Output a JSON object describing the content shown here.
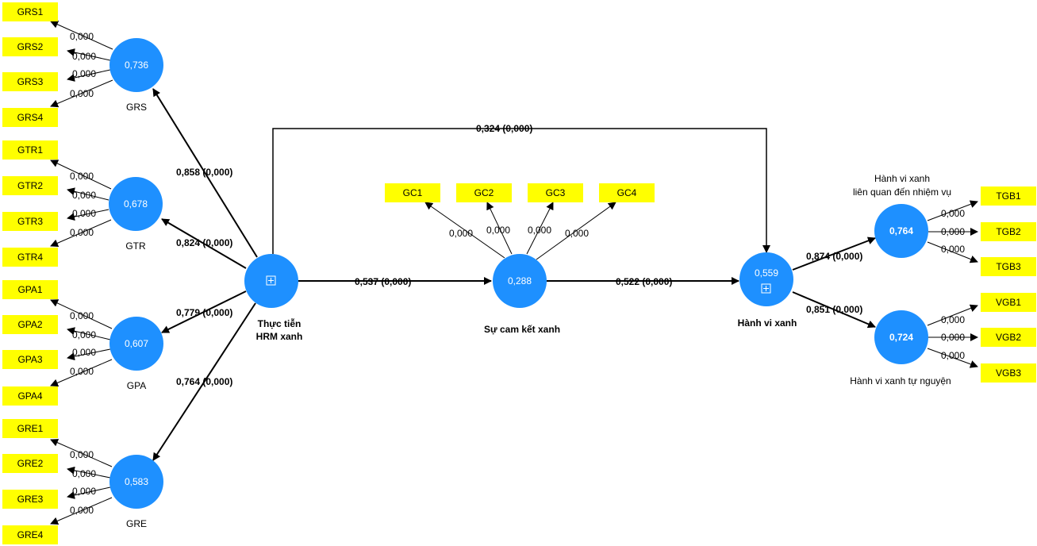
{
  "constructs": {
    "grs": {
      "value": "0,736",
      "label": "GRS"
    },
    "gtr": {
      "value": "0,678",
      "label": "GTR"
    },
    "gpa": {
      "value": "0,607",
      "label": "GPA"
    },
    "gre": {
      "value": "0,583",
      "label": "GRE"
    },
    "hrm": {
      "value": "",
      "label_lines": [
        "Thực tiễn",
        "HRM xanh"
      ]
    },
    "gc": {
      "value": "0,288",
      "label": "Sự cam kết xanh"
    },
    "hv": {
      "value": "0,559",
      "label": "Hành vi xanh"
    },
    "tgb": {
      "value": "0,764",
      "label_lines": [
        "Hành vi xanh",
        "liên quan đến nhiệm vụ"
      ]
    },
    "vgb": {
      "value": "0,724",
      "label": "Hành vi xanh tự nguyện"
    }
  },
  "indicators": {
    "grs": [
      "GRS1",
      "GRS2",
      "GRS3",
      "GRS4"
    ],
    "gtr": [
      "GTR1",
      "GTR2",
      "GTR3",
      "GTR4"
    ],
    "gpa": [
      "GPA1",
      "GPA2",
      "GPA3",
      "GPA4"
    ],
    "gre": [
      "GRE1",
      "GRE2",
      "GRE3",
      "GRE4"
    ],
    "gc": [
      "GC1",
      "GC2",
      "GC3",
      "GC4"
    ],
    "tgb": [
      "TGB1",
      "TGB2",
      "TGB3"
    ],
    "vgb": [
      "VGB1",
      "VGB2",
      "VGB3"
    ]
  },
  "loadings": {
    "grs": [
      "0,000",
      "0,000",
      "0,000",
      "0,000"
    ],
    "gtr": [
      "0,000",
      "0,000",
      "0,000",
      "0,000"
    ],
    "gpa": [
      "0,000",
      "0,000",
      "0,000",
      "0,000"
    ],
    "gre": [
      "0,000",
      "0,000",
      "0,000",
      "0,000"
    ],
    "gc": [
      "0,000",
      "0,000",
      "0,000",
      "0,000"
    ],
    "tgb": [
      "0,000",
      "0,000",
      "0,000"
    ],
    "vgb": [
      "0,000",
      "0,000",
      "0,000"
    ]
  },
  "paths": {
    "hrm_grs": "0,858 (0,000)",
    "hrm_gtr": "0,824 (0,000)",
    "hrm_gpa": "0,779 (0,000)",
    "hrm_gre": "0,764 (0,000)",
    "hrm_gc": "0,537 (0,000)",
    "gc_hv": "0,522 (0,000)",
    "hrm_hv": "0,324 (0,000)",
    "hv_tgb": "0,874 (0,000)",
    "hv_vgb": "0,851 (0,000)"
  },
  "colors": {
    "construct_fill": "#1e90ff",
    "indicator_fill": "#ffff00",
    "edge": "#000000"
  },
  "icons": {
    "second_order_marker": "plus-square-icon"
  }
}
